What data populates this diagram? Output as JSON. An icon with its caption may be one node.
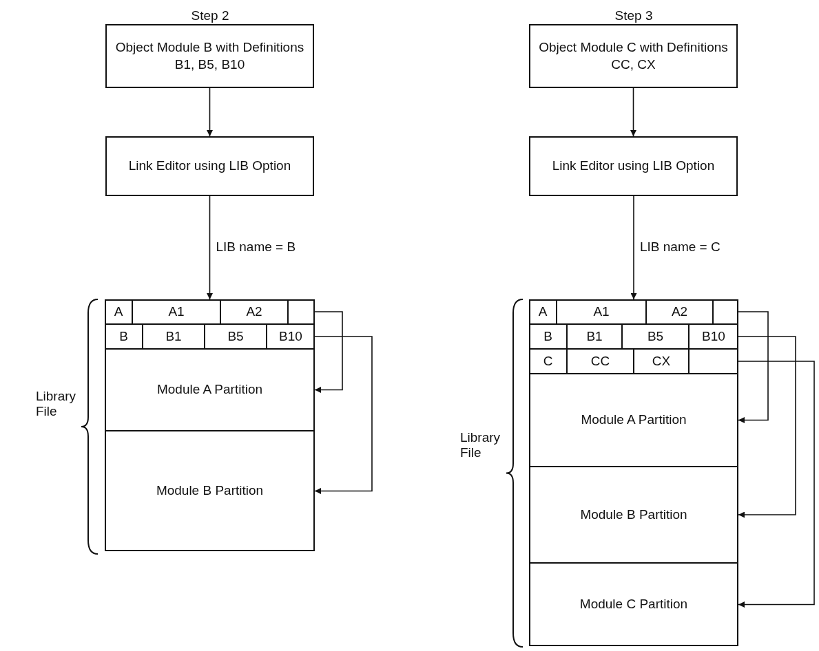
{
  "diagram": {
    "nodes": [
      {
        "text": [
          "Object Module B with Definitions B1, B5, B10"
        ]
      },
      {
        "text": [
          "Link Editor using LIB Option"
        ]
      },
      {
        "text": [],
        "shape": "box",
        "beside": [
          "Library File"
        ]
      },
      {
        "text": [
          "A"
        ],
        "in": 2
      },
      {
        "text": [
          "A1"
        ],
        "in": 2
      },
      {
        "text": [
          "A2"
        ],
        "in": 2
      },
      {
        "text": [],
        "shape": "box",
        "in": 2
      },
      {
        "text": [
          "B"
        ],
        "in": 2
      },
      {
        "text": [
          "B1"
        ],
        "in": 2
      },
      {
        "text": [
          "B5"
        ],
        "in": 2
      },
      {
        "text": [
          "B10"
        ],
        "in": 2
      },
      {
        "text": [
          "Module A Partition"
        ],
        "in": 2
      },
      {
        "text": [
          "Module B Partition"
        ],
        "in": 2
      },
      {
        "text": [
          "Object Module C with Definitions CC, CX"
        ]
      },
      {
        "text": [
          "Link Editor using LIB Option"
        ]
      },
      {
        "text": [],
        "shape": "box",
        "beside": [
          "Library File"
        ]
      },
      {
        "text": [
          "A"
        ],
        "in": 15
      },
      {
        "text": [
          "A1"
        ],
        "in": 15
      },
      {
        "text": [
          "A2"
        ],
        "in": 15
      },
      {
        "text": [],
        "shape": "box",
        "in": 15
      },
      {
        "text": [
          "B"
        ],
        "in": 15
      },
      {
        "text": [
          "B1"
        ],
        "in": 15
      },
      {
        "text": [
          "B5"
        ],
        "in": 15
      },
      {
        "text": [
          "B10"
        ],
        "in": 15
      },
      {
        "text": [
          "C"
        ],
        "in": 15
      },
      {
        "text": [
          "CC"
        ],
        "in": 15
      },
      {
        "text": [
          "CX"
        ],
        "in": 15
      },
      {
        "text": [],
        "shape": "box",
        "in": 15
      },
      {
        "text": [
          "Module A Partition"
        ],
        "in": 15
      },
      {
        "text": [
          "Module B Partition"
        ],
        "in": 15
      },
      {
        "text": [
          "Module C Partition"
        ],
        "in": 15
      }
    ],
    "edges": [
      {
        "from": 0,
        "to": 1,
        "arrow": "to"
      },
      {
        "from": 1,
        "to": 2,
        "arrow": "to",
        "label": "LIB name = B"
      },
      {
        "from": 6,
        "to": 11,
        "arrow": "to"
      },
      {
        "from": 10,
        "to": 12,
        "arrow": "to"
      },
      {
        "from": 13,
        "to": 14,
        "arrow": "to"
      },
      {
        "from": 14,
        "to": 15,
        "arrow": "to",
        "label": "LIB name = C"
      },
      {
        "from": 19,
        "to": 28,
        "arrow": "to"
      },
      {
        "from": 23,
        "to": 29,
        "arrow": "to"
      },
      {
        "from": 27,
        "to": 30,
        "arrow": "to"
      }
    ],
    "labels": [
      "Step 2",
      "Step 3"
    ]
  }
}
